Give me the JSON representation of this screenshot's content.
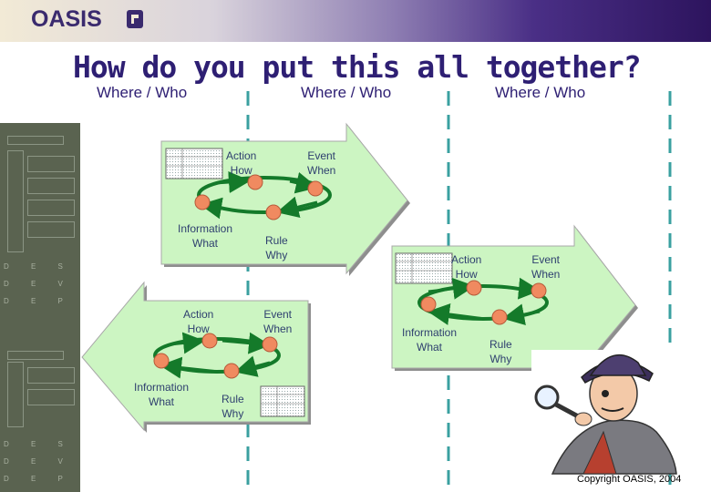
{
  "logo": {
    "text": "OASIS"
  },
  "title": "How do you put this all together?",
  "columns": [
    {
      "label": "Where / Who"
    },
    {
      "label": "Where / Who"
    },
    {
      "label": "Where / Who"
    }
  ],
  "sidebar": {
    "words": [
      "D E S I G N",
      "D E V E L O P",
      "D E P L O Y",
      "D E S I G N",
      "D E V E L O P",
      "D E P L O Y"
    ]
  },
  "cycles": [
    {
      "action": [
        "Action",
        "How"
      ],
      "event": [
        "Event",
        "When"
      ],
      "information": [
        "Information",
        "What"
      ],
      "rule": [
        "Rule",
        "Why"
      ]
    },
    {
      "action": [
        "Action",
        "How"
      ],
      "event": [
        "Event",
        "When"
      ],
      "information": [
        "Information",
        "What"
      ],
      "rule": [
        "Rule",
        "Why"
      ]
    },
    {
      "action": [
        "Action",
        "How"
      ],
      "event": [
        "Event",
        "When"
      ],
      "information": [
        "Information",
        "What"
      ],
      "rule": [
        "Rule",
        "Why"
      ]
    }
  ],
  "copyright": "Copyright OASIS, 2004",
  "colors": {
    "title": "#2e1f73",
    "arrow_fill": "#ccf5c2",
    "ring": "#147a2a",
    "node": "#f08a60",
    "dash": "#3aa0a0"
  }
}
